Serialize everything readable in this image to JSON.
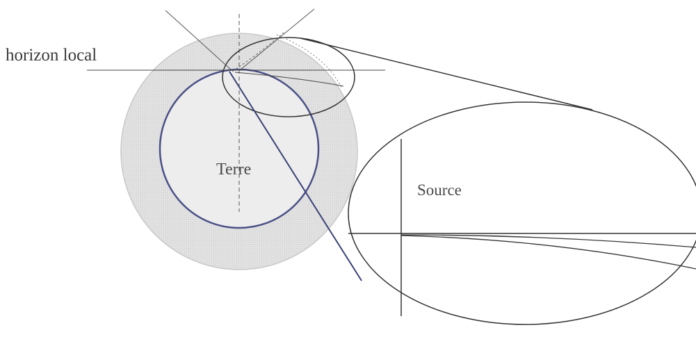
{
  "labels": {
    "horizon": "horizon local",
    "terre": "Terre",
    "source": "Source"
  },
  "colors": {
    "earth_outline": "#4a4f86",
    "atmosphere_fill": "#d9d9d9",
    "atmosphere_outline": "#c8c8c8",
    "line_dark": "#333333",
    "line_light": "#888888",
    "ray": "#3b4278",
    "background": "#ffffff"
  }
}
